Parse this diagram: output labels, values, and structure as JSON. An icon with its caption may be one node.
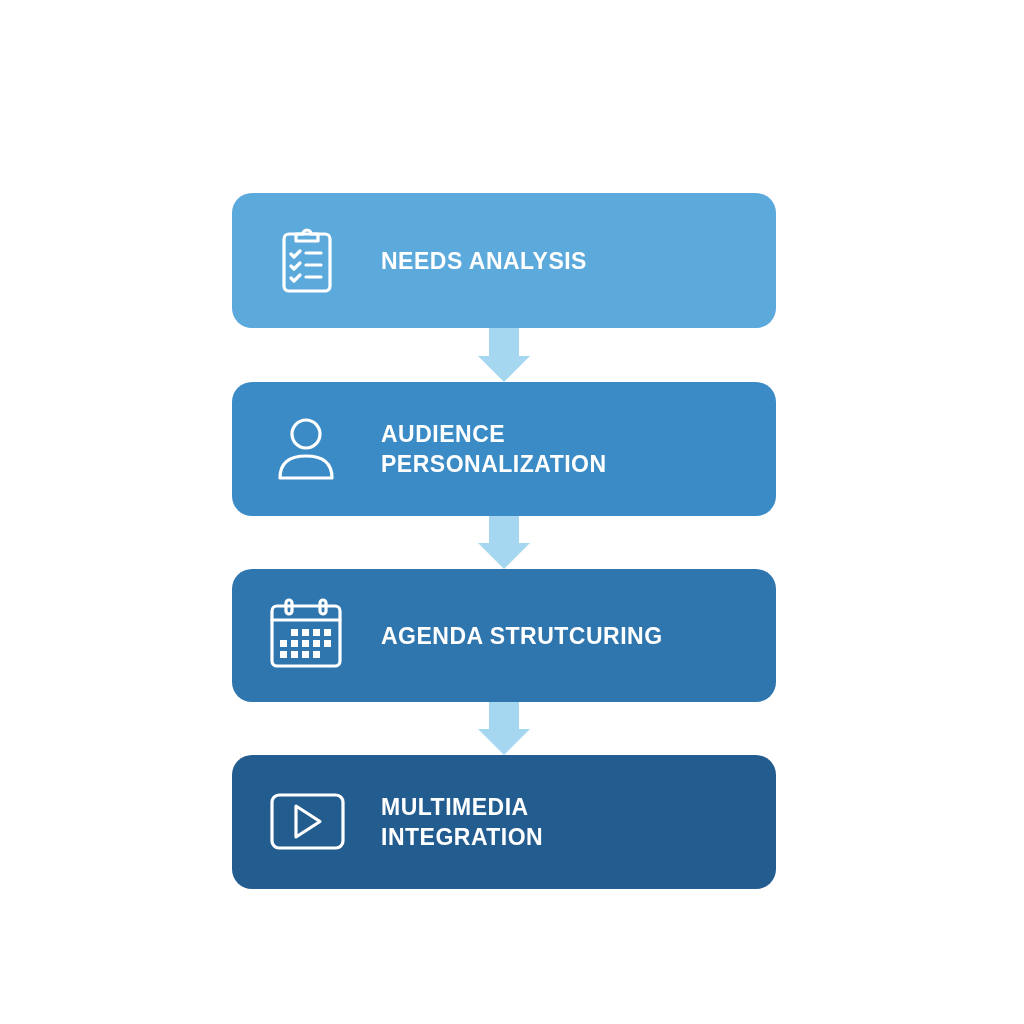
{
  "diagram": {
    "nodes": [
      {
        "text": [
          "NEEDS ANALYSIS"
        ]
      },
      {
        "text": [
          "AUDIENCE PERSONALIZATION"
        ]
      },
      {
        "text": [
          "AGENDA STRUTCURING"
        ]
      },
      {
        "text": [
          "MULTIMEDIA INTEGRATION"
        ]
      }
    ],
    "edges": [
      {
        "from": 0,
        "to": 1,
        "arrow": "to"
      },
      {
        "from": 1,
        "to": 2,
        "arrow": "to"
      },
      {
        "from": 2,
        "to": 3,
        "arrow": "to"
      }
    ]
  }
}
